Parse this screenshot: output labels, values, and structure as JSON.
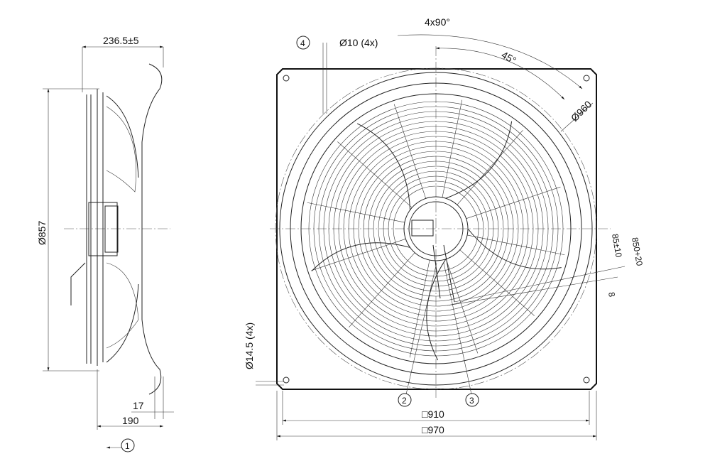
{
  "side_view": {
    "depth_label": "236.5±5",
    "diameter_label": "Ø857",
    "flange_label": "17",
    "length_label": "190",
    "view_marker": "1"
  },
  "front_view": {
    "marker_4": "4",
    "hole_label": "Ø10 (4x)",
    "angle_label": "4x90°",
    "angle_45_label": "45°",
    "bolt_circle_label": "Ø960",
    "cable_offset_label": "85±10",
    "cable_length_label": "850+20",
    "cable_gap_label": "8",
    "mount_hole_label": "Ø14.5 (4x)",
    "marker_2": "2",
    "marker_3": "3",
    "inner_square_label": "□910",
    "outer_square_label": "□970"
  }
}
